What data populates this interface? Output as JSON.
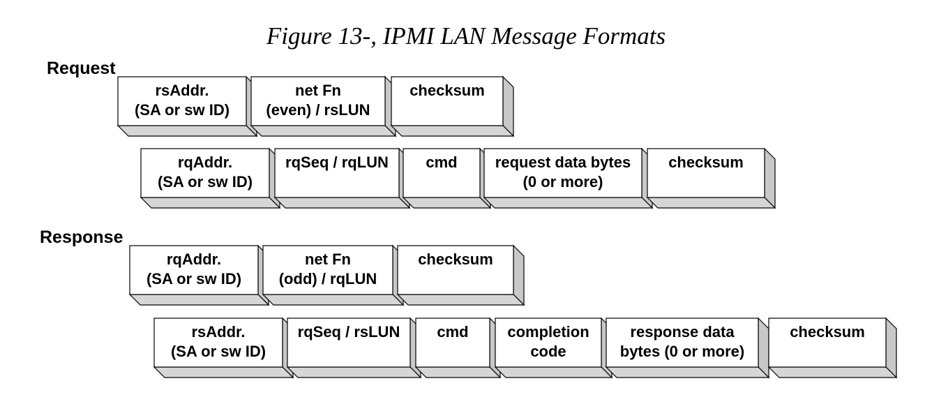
{
  "figure": {
    "title": "Figure 13-, IPMI LAN Message Formats"
  },
  "request": {
    "label": "Request",
    "row1": [
      {
        "lines": [
          "rsAddr.",
          "(SA or sw ID)"
        ]
      },
      {
        "lines": [
          "net Fn",
          "(even) / rsLUN"
        ]
      },
      {
        "lines": [
          "checksum"
        ]
      }
    ],
    "row2": [
      {
        "lines": [
          "rqAddr.",
          "(SA or sw ID)"
        ]
      },
      {
        "lines": [
          "rqSeq / rqLUN"
        ]
      },
      {
        "lines": [
          "cmd"
        ]
      },
      {
        "lines": [
          "request data bytes",
          "(0 or more)"
        ]
      },
      {
        "lines": [
          "checksum"
        ]
      }
    ]
  },
  "response": {
    "label": "Response",
    "row1": [
      {
        "lines": [
          "rqAddr.",
          "(SA or sw ID)"
        ]
      },
      {
        "lines": [
          "net Fn",
          "(odd) / rqLUN"
        ]
      },
      {
        "lines": [
          "checksum"
        ]
      }
    ],
    "row2": [
      {
        "lines": [
          "rsAddr.",
          "(SA or sw ID)"
        ]
      },
      {
        "lines": [
          "rqSeq / rsLUN"
        ]
      },
      {
        "lines": [
          "cmd"
        ]
      },
      {
        "lines": [
          "completion",
          "code"
        ]
      },
      {
        "lines": [
          "response data",
          "bytes (0 or more)"
        ]
      },
      {
        "lines": [
          "checksum"
        ]
      }
    ]
  }
}
